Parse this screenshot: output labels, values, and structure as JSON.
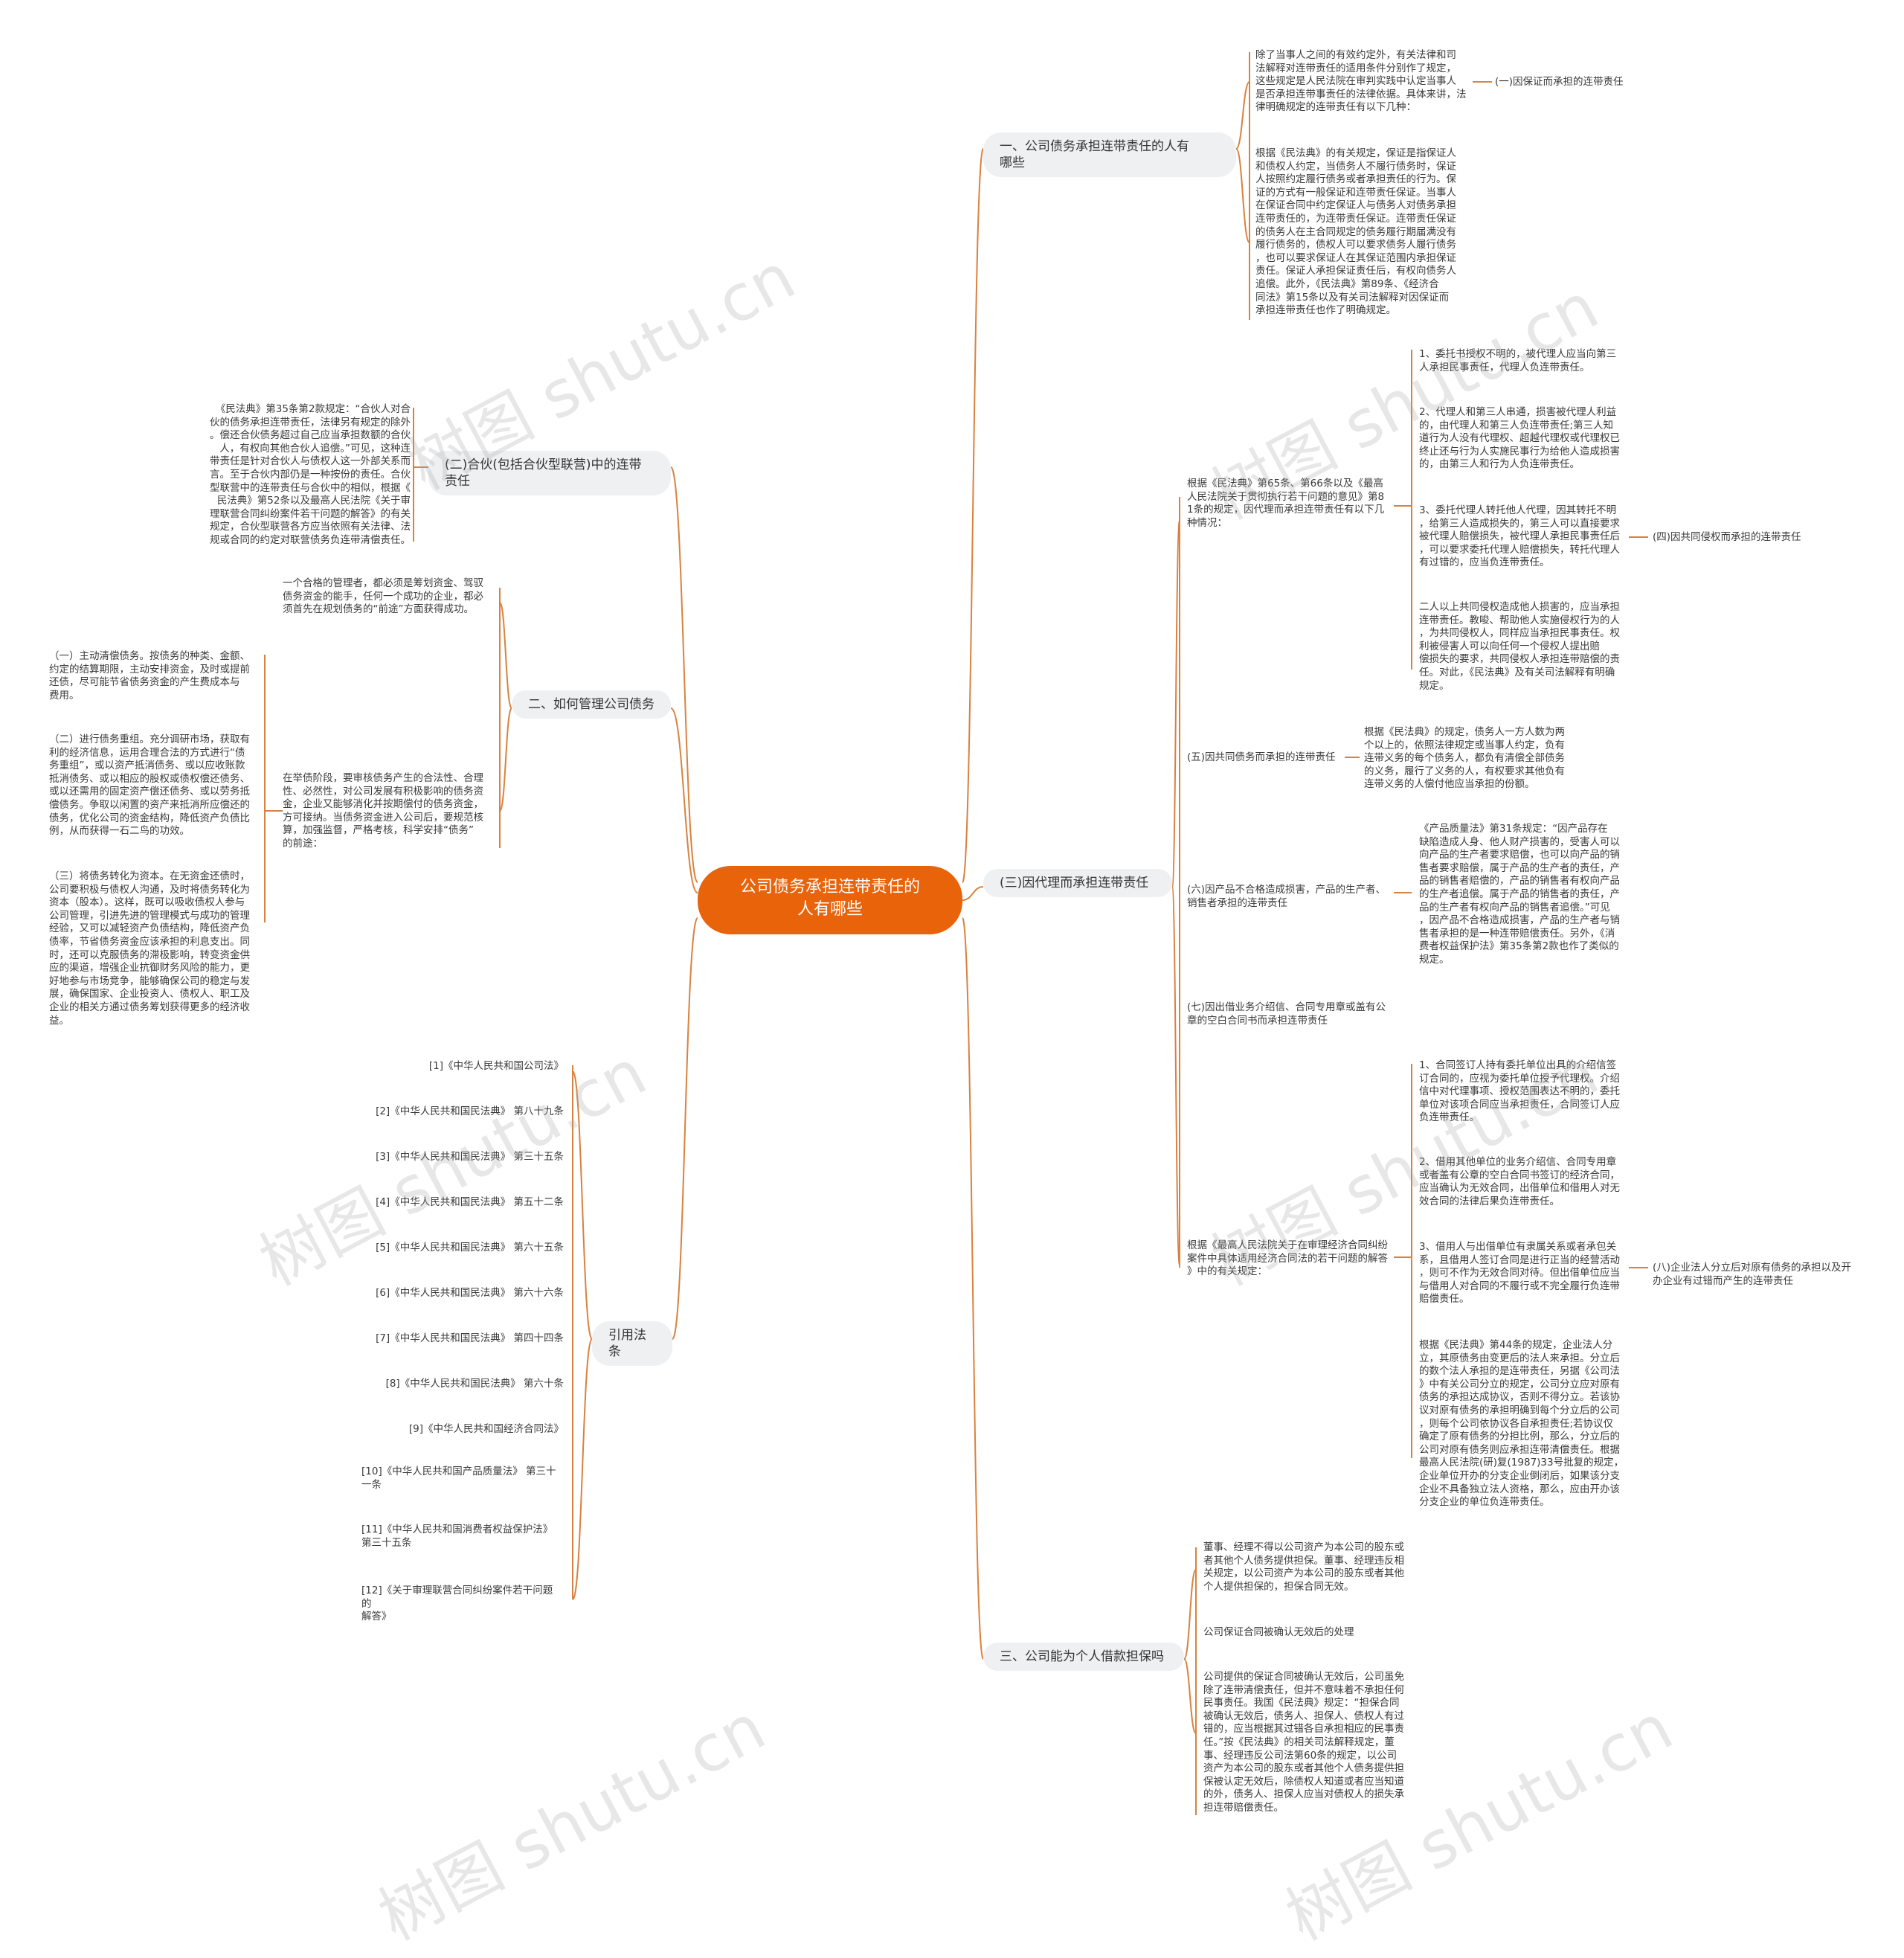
{
  "root": "公司债务承担连带责任的\n人有哪些",
  "branch1": {
    "title": "一、公司债务承担连带责任的人有\n哪些",
    "text1": "除了当事人之间的有效约定外，有关法律和司\n法解释对连带责任的适用条件分别作了规定，\n这些规定是人民法院在审判实践中认定当事人\n是否承担连带事责任的法律依据。具体来讲，法\n律明确规定的连带责任有以下几种：",
    "text1_child": "(一)因保证而承担的连带责任",
    "text2": "根据《民法典》的有关规定，保证是指保证人\n和债权人约定，当债务人不履行债务时，保证\n人按照约定履行债务或者承担责任的行为。保\n证的方式有一般保证和连带责任保证。当事人\n在保证合同中约定保证人与债务人对债务承担\n连带责任的，为连带责任保证。连带责任保证\n的债务人在主合同规定的债务履行期届满没有\n履行债务的，债权人可以要求债务人履行债务\n，也可以要求保证人在其保证范围内承担保证\n责任。保证人承担保证责任后，有权向债务人\n追偿。此外，《民法典》第89条、《经济合\n同法》第15条以及有关司法解释对因保证而\n承担连带责任也作了明确规定。"
  },
  "partnership": {
    "title": "(二)合伙(包括合伙型联营)中的连带\n责任",
    "text": "《民法典》第35条第2款规定：“合伙人对合\n伙的债务承担连带责任，法律另有规定的除外\n。偿还合伙债务超过自己应当承担数额的合伙\n人，有权向其他合伙人追偿。”可见，这种连\n带责任是针对合伙人与债权人这一外部关系而\n言。至于合伙内部仍是一种按份的责任。合伙\n型联营中的连带责任与合伙中的相似，根据《\n民法典》第52条以及最高人民法院《关于审\n理联营合同纠纷案件若干问题的解答》的有关\n规定，合伙型联营各方应当依照有关法律、法\n规或合同的约定对联营债务负连带清偿责任。"
  },
  "branch2": {
    "title": "二、如何管理公司债务",
    "intro": "一个合格的管理者，都必须是筹划资金、驾驭\n债务资金的能手，任何一个成功的企业，都必\n须首先在规划债务的“前途”方面获得成功。",
    "sub": "在举债阶段，要审核债务产生的合法性、合理\n性、必然性，对公司发展有积极影响的债务资\n金，企业又能够消化并按期偿付的债务资金，\n方可接纳。当债务资金进入公司后，要规范核\n算，加强监督，严格考核，科学安排“债务”\n的前途：",
    "items": [
      "（一）主动清偿债务。按债务的种类、金额、\n约定的结算期限，主动安排资金，及时或提前\n还债，尽可能节省债务资金的产生费成本与\n费用。",
      "（二）进行债务重组。充分调研市场，获取有\n利的经济信息，运用合理合法的方式进行“债\n务重组”，或以资产抵消债务、或以应收账款\n抵消债务、或以相应的股权或债权偿还债务、\n或以还需用的固定资产偿还债务、或以劳务抵\n偿债务。争取以闲置的资产来抵消所应偿还的\n债务，优化公司的资金结构，降低资产负债比\n例，从而获得一石二鸟的功效。",
      "（三）将债务转化为资本。在无资金还债时，\n公司要积极与债权人沟通，及时将债务转化为\n资本（股本）。这样，既可以吸收债权人参与\n公司管理，引进先进的管理模式与成功的管理\n经验，又可以减轻资产负债结构，降低资产负\n债率，节省债务资金应该承担的利息支出。同\n时，还可以克服债务的滞极影响，转变资金供\n应的渠道，增强企业抗御财务风险的能力，更\n好地参与市场竞争，能够确保公司的稳定与发\n展，确保国家、企业投资人、债权人、职工及\n企业的相关方通过债务筹划获得更多的经济收\n益。"
    ]
  },
  "refs": {
    "title": "引用法条",
    "items": [
      "[1]《中华人民共和国公司法》",
      "[2]《中华人民共和国民法典》 第八十九条",
      "[3]《中华人民共和国民法典》 第三十五条",
      "[4]《中华人民共和国民法典》 第五十二条",
      "[5]《中华人民共和国民法典》 第六十五条",
      "[6]《中华人民共和国民法典》 第六十六条",
      "[7]《中华人民共和国民法典》 第四十四条",
      "[8]《中华人民共和国民法典》 第六十条",
      "[9]《中华人民共和国经济合同法》",
      "[10]《中华人民共和国产品质量法》 第三十\n一条",
      "[11]《中华人民共和国消费者权益保护法》\n第三十五条",
      "[12]《关于审理联营合同纠纷案件若干问题的\n解答》"
    ]
  },
  "agency": {
    "title": "(三)因代理而承担连带责任",
    "intro": "根据《民法典》第65条、第66条以及《最高\n人民法院关于贯彻执行若干问题的意见》第8\n1条的规定，因代理而承担连带责任有以下几\n种情况：",
    "items": [
      "1、委托书授权不明的，被代理人应当向第三\n人承担民事责任，代理人负连带责任。",
      "2、代理人和第三人串通，损害被代理人利益\n的，由代理人和第三人负连带责任;第三人知\n道行为人没有代理权、超越代理权或代理权已\n终止还与行为人实施民事行为给他人造成损害\n的，由第三人和行为人负连带责任。",
      "3、委托代理人转托他人代理，因其转托不明\n，给第三人造成损失的，第三人可以直接要求\n被代理人赔偿损失，被代理人承担民事责任后\n，可以要求委托代理人赔偿损失，转托代理人\n有过错的，应当负连带责任。",
      "二人以上共同侵权造成他人损害的，应当承担\n连带责任。教唆、帮助他人实施侵权行为的人\n，为共同侵权人，同样应当承担民事责任。权\n利被侵害人可以向任何一个侵权人提出赔\n偿损失的要求，共同侵权人承担连带赔偿的责\n任。对此，《民法典》及有关司法解释有明确\n规定。"
    ],
    "item3_child": "(四)因共同侵权而承担的连带责任",
    "joint_debt": "(五)因共同债务而承担的连带责任",
    "joint_debt_text": "根据《民法典》的规定，债务人一方人数为两\n个以上的，依照法律规定或当事人约定，负有\n连带义务的每个债务人，都负有清偿全部债务\n的义务，履行了义务的人，有权要求其他负有\n连带义务的人偿付他应当承担的份额。",
    "product": "(六)因产品不合格造成损害，产品的生产者、\n销售者承担的连带责任",
    "product_text": "《产品质量法》第31条规定：“因产品存在\n缺陷造成人身、他人财产损害的，受害人可以\n向产品的生产者要求赔偿，也可以向产品的销\n售者要求赔偿，属于产品的生产者的责任，产\n品的销售者赔偿的，产品的销售者有权向产品\n的生产者追偿。属于产品的销售者的责任，产\n品的生产者有权向产品的销售者追偿。”可见\n，因产品不合格造成损害，产品的生产者与销\n售者承担的是一种连带赔偿责任。另外，《消\n费者权益保护法》第35条第2款也作了类似的\n规定。",
    "seal": "(七)因出借业务介绍信、合同专用章或盖有公\n章的空白合同书而承担连带责任",
    "court": "根据《最高人民法院关于在审理经济合同纠纷\n案件中具体适用经济合同法的若干问题的解答\n》中的有关规定：",
    "court_items": [
      "1、合同签订人持有委托单位出具的介绍信签\n订合同的，应视为委托单位授予代理权。介绍\n信中对代理事项、授权范围表达不明的，委托\n单位对该项合同应当承担责任，合同签订人应\n负连带责任。",
      "2、借用其他单位的业务介绍信、合同专用章\n或者盖有公章的空白合同书签订的经济合同，\n应当确认为无效合同，出借单位和借用人对无\n效合同的法律后果负连带责任。",
      "3、借用人与出借单位有隶属关系或者承包关\n系，且借用人签订合同是进行正当的经营活动\n，则可不作为无效合同对待。但出借单位应当\n与借用人对合同的不履行或不完全履行负连带\n赔偿责任。",
      "根据《民法典》第44条的规定，企业法人分\n立，其原债务由变更后的法人来承担。分立后\n的数个法人承担的是连带责任，另据《公司法\n》中有关公司分立的规定，公司分立应对原有\n债务的承担达成协议，否则不得分立。若该协\n议对原有债务的承担明确到每个分立后的公司\n，则每个公司依协议各自承担责任;若协议仅\n确定了原有债务的分担比例，那么，分立后的\n公司对原有债务则应承担连带清偿责任。根据\n最高人民法院(研)复(1987)33号批复的规定，\n企业单位开办的分支企业倒闭后，如果该分支\n企业不具备独立法人资格，那么，应由开办该\n分支企业的单位负连带责任。"
    ],
    "court_item3_child": "(八)企业法人分立后对原有债务的承担以及开\n办企业有过错而产生的连带责任"
  },
  "branch3": {
    "title": "三、公司能为个人借款担保吗",
    "items": [
      "董事、经理不得以公司资产为本公司的股东或\n者其他个人债务提供担保。董事、经理违反相\n关规定，以公司资产为本公司的股东或者其他\n个人提供担保的，担保合同无效。",
      "公司保证合同被确认无效后的处理",
      "公司提供的保证合同被确认无效后，公司虽免\n除了连带清偿责任，但并不意味着不承担任何\n民事责任。我国《民法典》规定：“担保合同\n被确认无效后，债务人、担保人、债权人有过\n错的，应当根据其过错各自承担相应的民事责\n任。”按《民法典》的相关司法解释规定，董\n事、经理违反公司法第60条的规定，以公司\n资产为本公司的股东或者其他个人债务提供担\n保被认定无效后，除债权人知道或者应当知道\n的外，债务人、担保人应当对债权人的损失承\n担连带赔偿责任。"
    ]
  },
  "watermark": "树图 shutu.cn",
  "colors": {
    "accent": "#e8630a",
    "line": "#d9823f",
    "pill": "#eef0f2"
  }
}
